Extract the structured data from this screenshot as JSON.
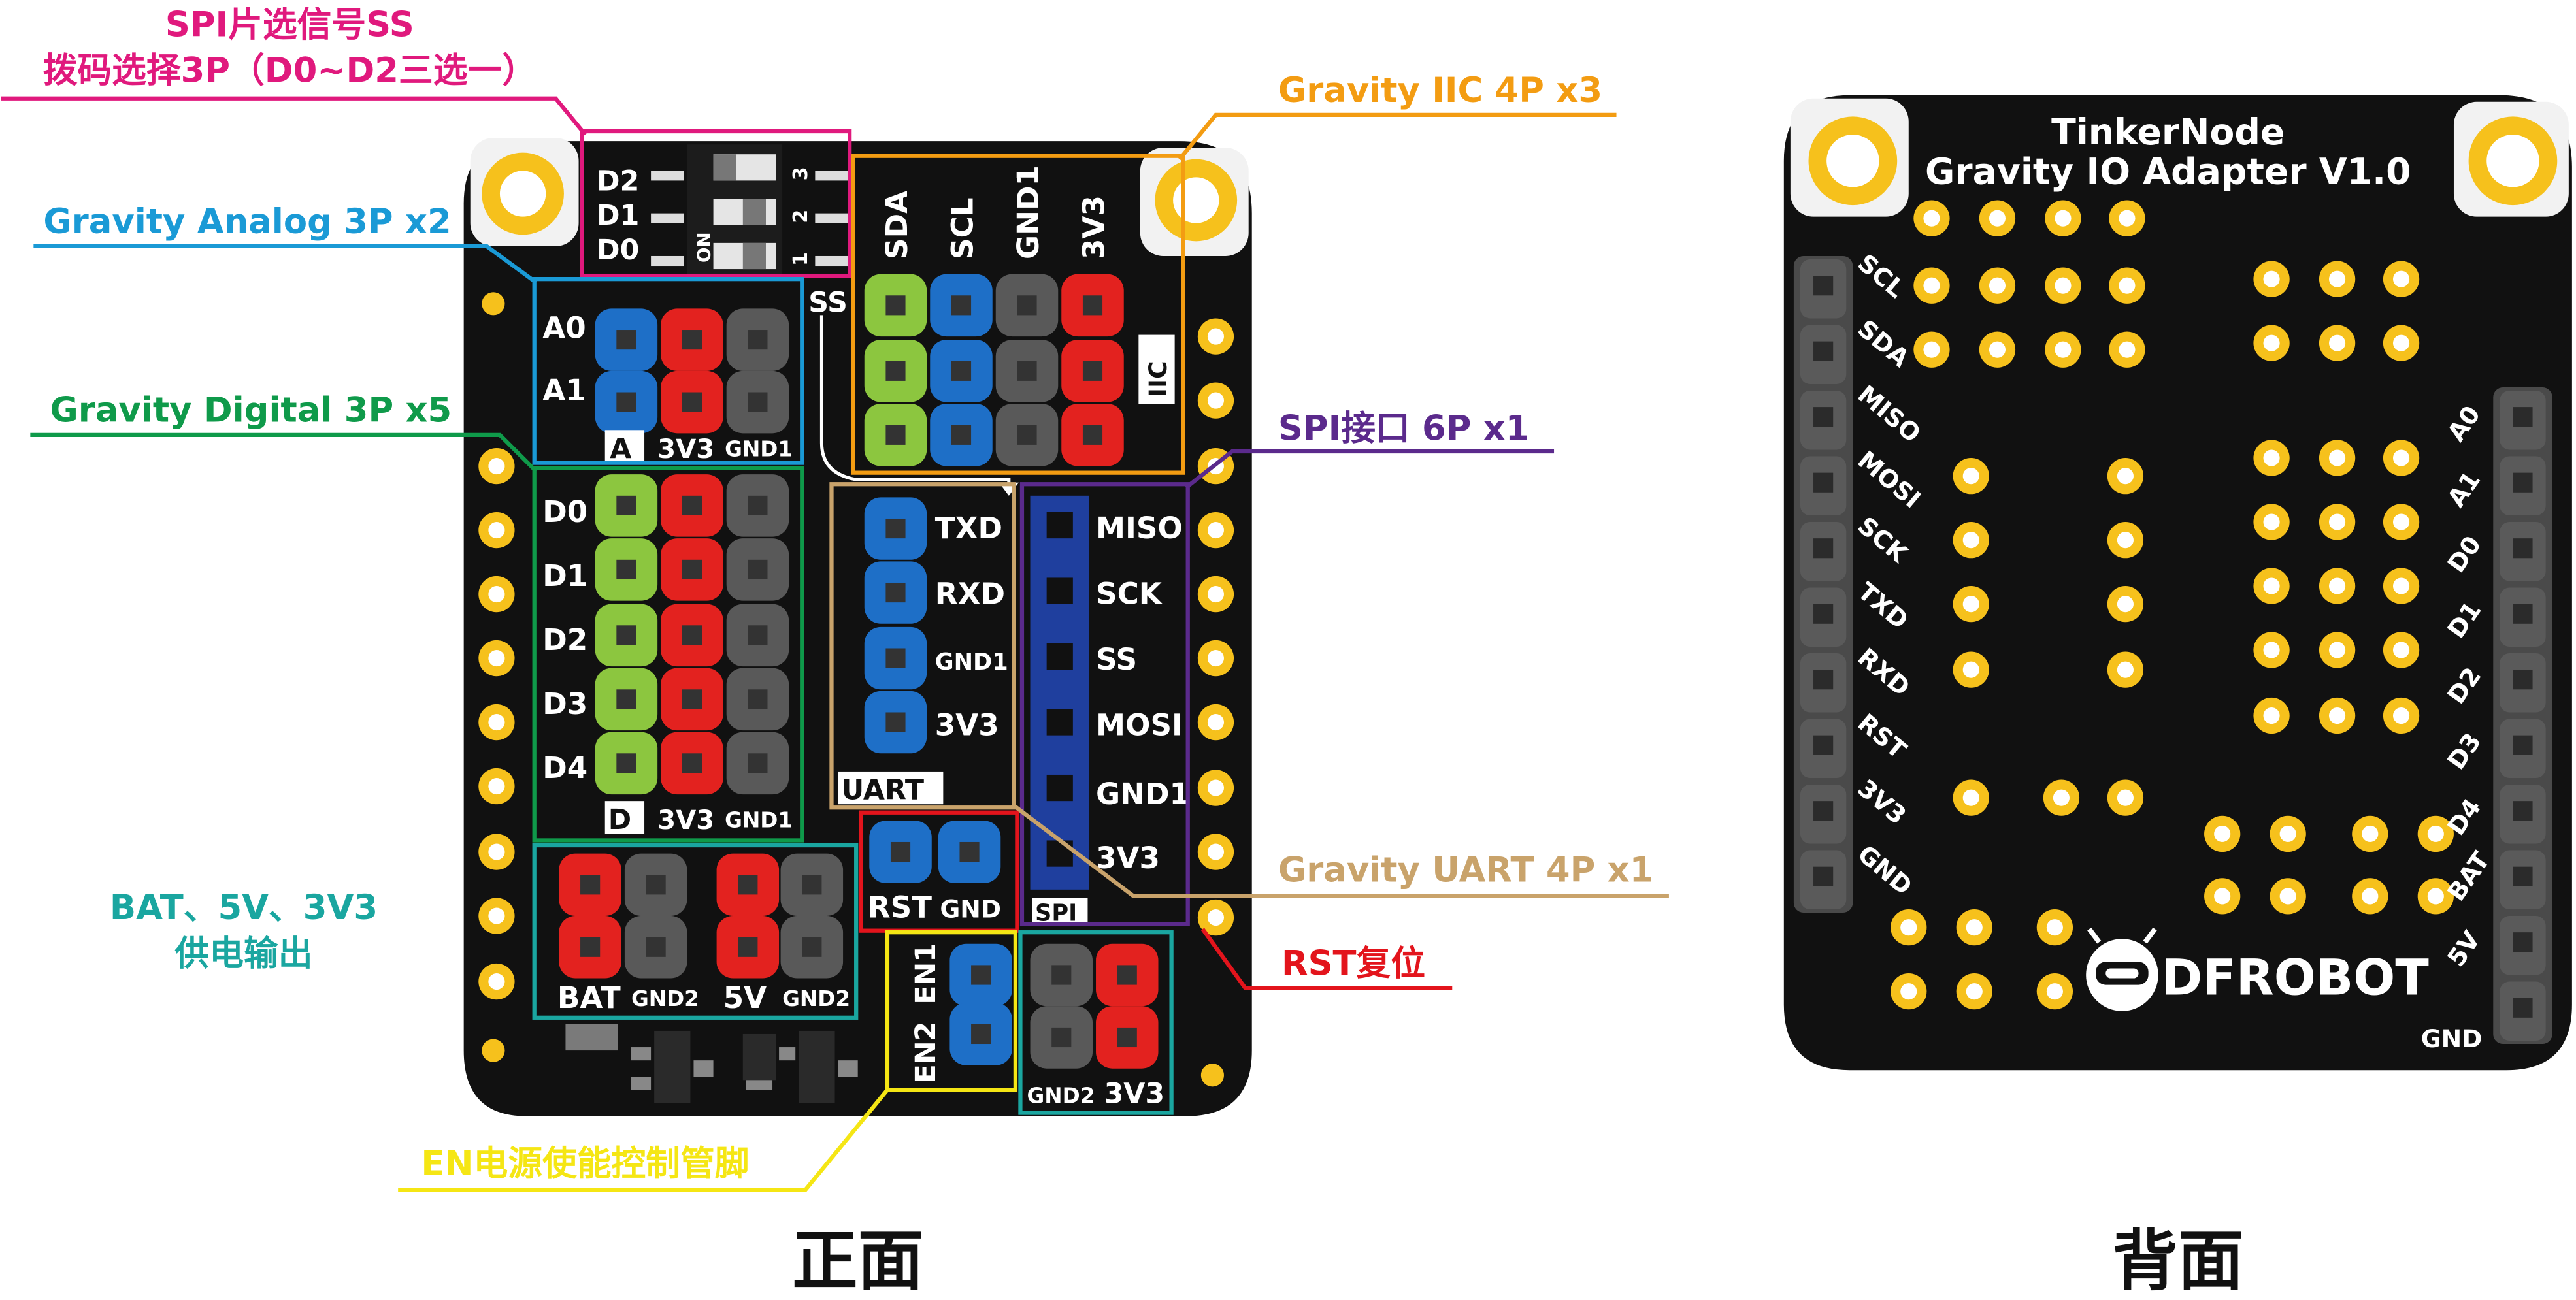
{
  "callouts": {
    "spi_ss": {
      "line1": "SPI片选信号SS",
      "line2": "拨码选择3P（D0~D2三选一）",
      "color": "#e0197d"
    },
    "analog": {
      "text": "Gravity Analog 3P x2",
      "color": "#1a9ad6"
    },
    "digital": {
      "text": "Gravity Digital 3P x5",
      "color": "#0f9a4a"
    },
    "power": {
      "line1": "BAT、5V、3V3",
      "line2": "供电输出",
      "color": "#1aa6a0"
    },
    "iic": {
      "text": "Gravity IIC 4P x3",
      "color": "#f39c12"
    },
    "spi": {
      "text": "SPI接口 6P x1",
      "color": "#5b2a8c"
    },
    "uart": {
      "text": "Gravity UART 4P x1",
      "color": "#c9a36b"
    },
    "rst": {
      "text": "RST复位",
      "color": "#e3141c"
    },
    "en": {
      "text": "EN电源使能控制管脚",
      "color": "#f5e614"
    }
  },
  "front": {
    "caption": "正面",
    "dip_labels": [
      "D2",
      "D1",
      "D0"
    ],
    "dip_on": "ON",
    "dip_numbers": [
      "3",
      "2",
      "1"
    ],
    "iic_headers": [
      "SDA",
      "SCL",
      "GND1",
      "3V3"
    ],
    "iic_tag": "IIC",
    "ss_tag": "SS",
    "analog_rows": [
      "A0",
      "A1"
    ],
    "analog_footer": [
      "A",
      "3V3",
      "GND1"
    ],
    "digital_rows": [
      "D0",
      "D1",
      "D2",
      "D3",
      "D4"
    ],
    "digital_footer": [
      "D",
      "3V3",
      "GND1"
    ],
    "uart_pins": [
      "TXD",
      "RXD",
      "GND1",
      "3V3"
    ],
    "uart_tag": "UART",
    "spi_pins": [
      "MISO",
      "SCK",
      "SS",
      "MOSI",
      "GND1",
      "3V3"
    ],
    "spi_tag": "SPI",
    "power_labels": [
      "BAT",
      "GND2",
      "5V",
      "GND2"
    ],
    "rst_labels": [
      "RST",
      "GND"
    ],
    "en_labels": [
      "EN2",
      "EN1"
    ],
    "bottom_labels": [
      "GND2",
      "3V3"
    ]
  },
  "back": {
    "caption": "背面",
    "title1": "TinkerNode",
    "title2": "Gravity IO Adapter V1.0",
    "left_pins": [
      "SCL",
      "SDA",
      "MISO",
      "MOSI",
      "SCK",
      "TXD",
      "RXD",
      "RST",
      "3V3",
      "GND"
    ],
    "right_pins": [
      "A0",
      "A1",
      "D0",
      "D1",
      "D2",
      "D3",
      "D4",
      "BAT",
      "5V"
    ],
    "gnd_label": "GND",
    "brand": "DFROBOT"
  }
}
